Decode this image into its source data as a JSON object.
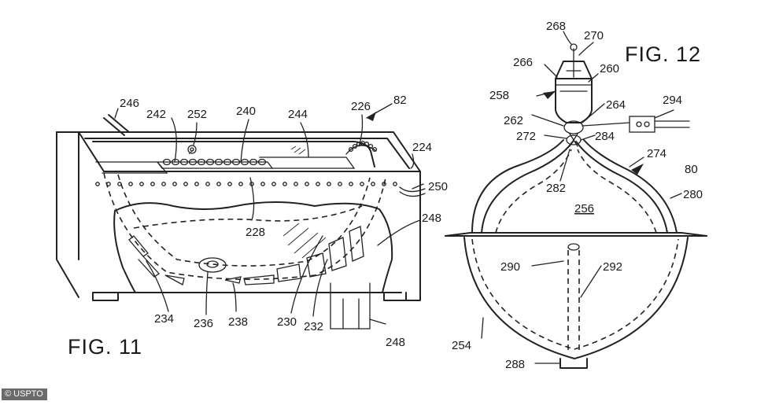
{
  "figures": [
    {
      "id": "fig11",
      "title": "FIG. 11",
      "labels": [
        "246",
        "242",
        "252",
        "240",
        "244",
        "226",
        "82",
        "224",
        "250",
        "248",
        "228",
        "234",
        "236",
        "238",
        "230",
        "232",
        "248"
      ]
    },
    {
      "id": "fig12",
      "title": "FIG. 12",
      "labels": [
        "268",
        "270",
        "266",
        "260",
        "258",
        "264",
        "294",
        "262",
        "272",
        "284",
        "274",
        "80",
        "282",
        "280",
        "256",
        "290",
        "292",
        "254",
        "288"
      ]
    }
  ],
  "credit": "© USPTO"
}
